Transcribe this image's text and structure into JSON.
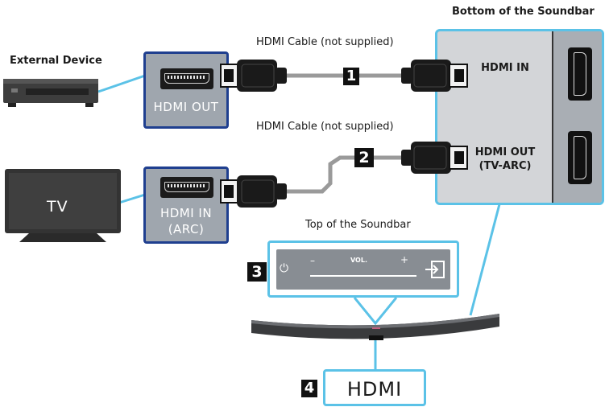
{
  "labels": {
    "bottom_of_soundbar": "Bottom of the Soundbar",
    "external_device": "External Device",
    "cable1": "HDMI Cable (not supplied)",
    "cable2": "HDMI Cable (not supplied)",
    "top_of_soundbar": "Top of the Soundbar"
  },
  "ports": {
    "ext_hdmi_out": "HDMI OUT",
    "tv_hdmi_in_line1": "HDMI IN",
    "tv_hdmi_in_line2": "(ARC)",
    "sb_hdmi_in": "HDMI IN",
    "sb_hdmi_out_line1": "HDMI OUT",
    "sb_hdmi_out_line2": "(TV-ARC)"
  },
  "tv": {
    "label": "TV"
  },
  "top_panel": {
    "power_symbol": "⏻",
    "minus": "–",
    "vol": "VOL.",
    "plus": "+"
  },
  "badges": {
    "b1": "1",
    "b2": "2",
    "b3": "3",
    "b4": "4"
  },
  "display": {
    "text": "HDMI"
  },
  "colors": {
    "highlight_blue": "#5bc2e7",
    "port_border_navy": "#1f3f8f",
    "panel_gray": "#9fa6ae"
  }
}
